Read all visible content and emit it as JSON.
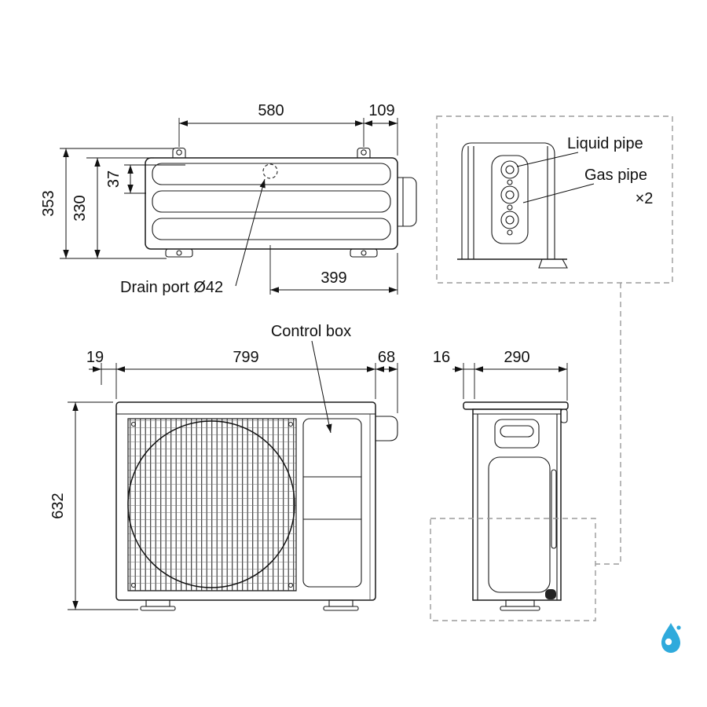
{
  "top_view": {
    "dim_mount_pitch": "580",
    "dim_mount_to_edge": "109",
    "dim_drain_from_top": "37",
    "dim_height_body": "330",
    "dim_height_total": "353",
    "dim_drain_to_edge": "399",
    "drain_port_label": "Drain port  Ø42"
  },
  "detail_view": {
    "liquid_pipe_label": "Liquid pipe",
    "gas_pipe_label": "Gas pipe",
    "quantity_note": "×2"
  },
  "front_view": {
    "dim_left_offset": "19",
    "dim_width": "799",
    "dim_right_offset": "68",
    "dim_height": "632",
    "control_box_label": "Control box"
  },
  "side_view": {
    "dim_left_offset": "16",
    "dim_depth": "290"
  },
  "colors": {
    "line": "#1a1a1a",
    "dashed_box": "#9b9b9b",
    "logo_blue": "#2faadc"
  }
}
